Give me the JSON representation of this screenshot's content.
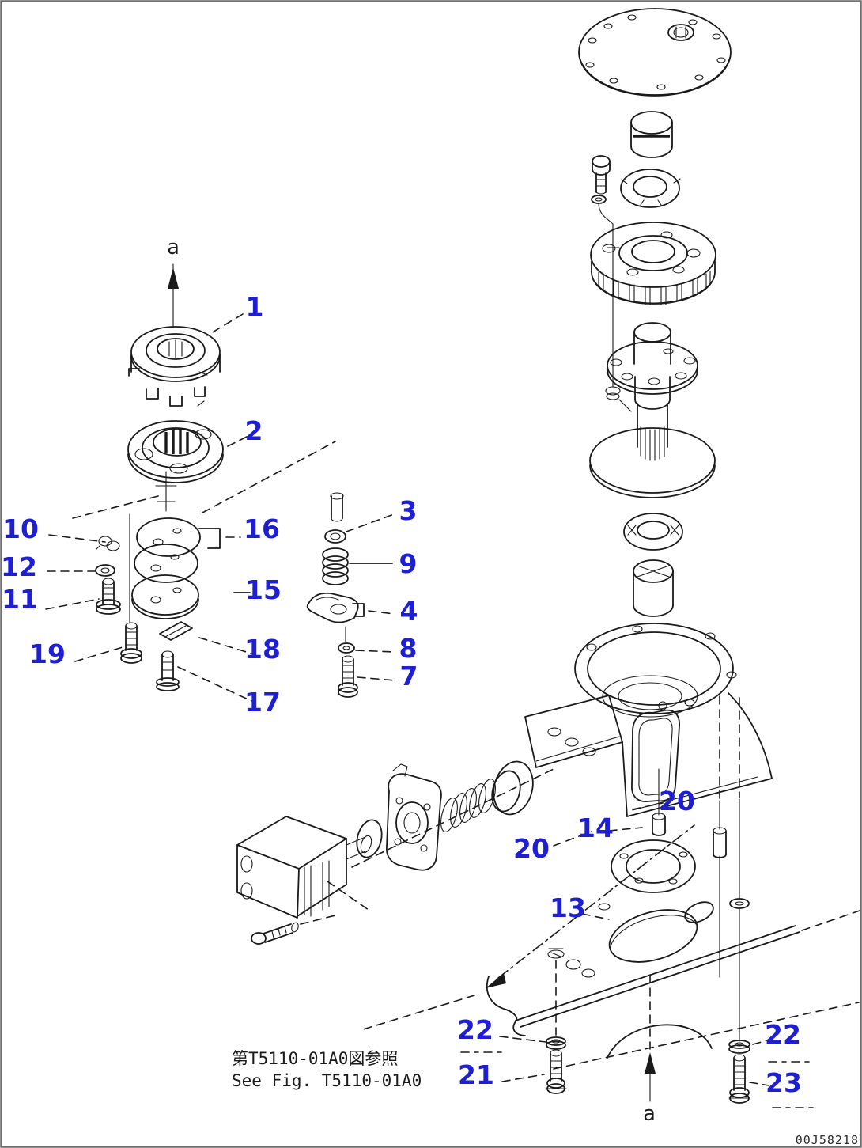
{
  "diagram": {
    "callouts": [
      {
        "text": "1"
      },
      {
        "text": "2"
      },
      {
        "text": "10"
      },
      {
        "text": "12"
      },
      {
        "text": "11"
      },
      {
        "text": "19"
      },
      {
        "text": "16"
      },
      {
        "text": "15"
      },
      {
        "text": "18"
      },
      {
        "text": "17"
      },
      {
        "text": "3"
      },
      {
        "text": "9"
      },
      {
        "text": "4"
      },
      {
        "text": "8"
      },
      {
        "text": "7"
      },
      {
        "text": "20"
      },
      {
        "text": "14"
      },
      {
        "text": "20"
      },
      {
        "text": "13"
      },
      {
        "text": "22"
      },
      {
        "text": "21"
      },
      {
        "text": "22"
      },
      {
        "text": "23"
      }
    ],
    "axis_markers": [
      {
        "text": "a"
      },
      {
        "text": "a"
      }
    ],
    "reference_note": {
      "line1": "第T5110-01A0図参照",
      "line2": "See Fig. T5110-01A0"
    },
    "drawing_number": "00J58218",
    "colors": {
      "callout_blue": "#1e1ed2",
      "line_black": "#1a1a1a",
      "background": "#ffffff",
      "border_gray": "#6e6e6e"
    }
  }
}
